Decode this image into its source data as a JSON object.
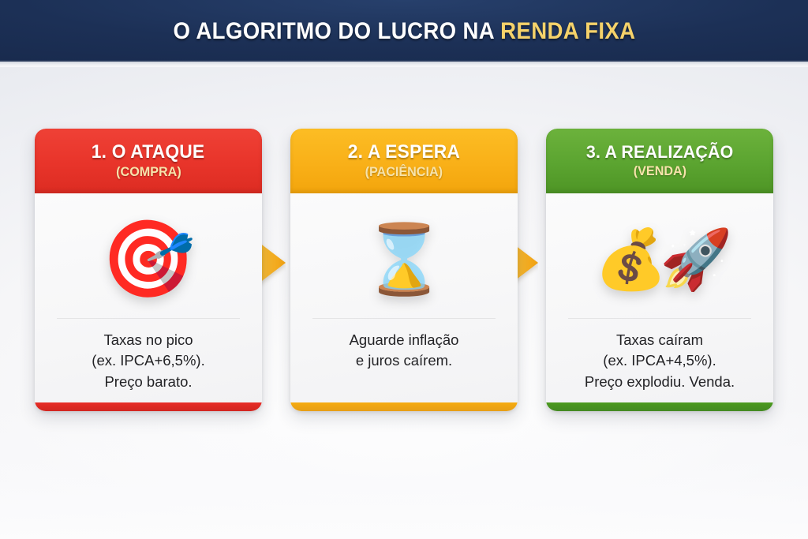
{
  "banner": {
    "title_main": "O ALGORITMO DO LUCRO NA",
    "title_accent": "RENDA FIXA",
    "bg_color": "#1c3056",
    "accent_color": "#f5d26a"
  },
  "cards": [
    {
      "title": "1. O ATAQUE",
      "subtitle": "(COMPRA)",
      "icon": "target-icon",
      "icon_glyph": "🎯",
      "lines": [
        "Taxas no pico",
        "(ex. IPCA+6,5%).",
        "Preço barato."
      ],
      "header_color": "#e8342a",
      "header_gradient_top": "#ef4136",
      "header_gradient_bottom": "#d92b22",
      "footer_color": "#d6201a"
    },
    {
      "title": "2. A ESPERA",
      "subtitle": "(PACIÊNCIA)",
      "icon": "hourglass-icon",
      "icon_glyph": "⌛",
      "lines": [
        "Aguarde inflação",
        "e juros caírem."
      ],
      "header_color": "#f9b018",
      "header_gradient_top": "#fcbc22",
      "header_gradient_bottom": "#f2a40c",
      "footer_color": "#eda310"
    },
    {
      "title": "3. A REALIZAÇÃO",
      "subtitle": "(VENDA)",
      "icon": "money-bag-rocket-icon",
      "icon_glyph": "💰🚀",
      "lines": [
        "Taxas caíram",
        "(ex. IPCA+4,5%).",
        "Preço explodiu. Venda."
      ],
      "header_color": "#5ba430",
      "header_gradient_top": "#69b03a",
      "header_gradient_bottom": "#4f9626",
      "footer_color": "#3f8c1c"
    }
  ],
  "arrows": [
    {
      "name": "arrow-step-1-to-2",
      "direction": "right",
      "color_start": "#fdf3d2",
      "color_end": "#f6a61c"
    },
    {
      "name": "arrow-step-2-to-3",
      "direction": "right",
      "color_start": "#fdf3d2",
      "color_end": "#f6a61c"
    }
  ]
}
